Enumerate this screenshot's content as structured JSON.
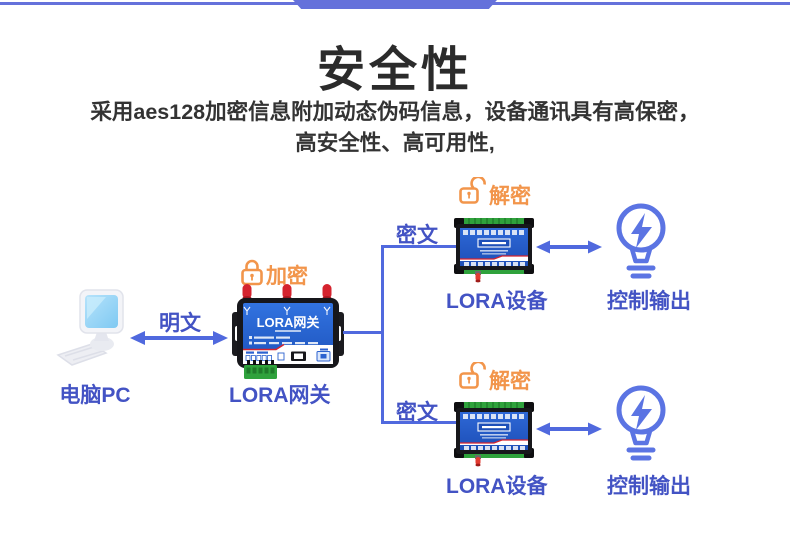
{
  "header": {
    "title": "安全性",
    "subtitle_line1": "采用aes128加密信息附加动态伪码信息，设备通讯具有高保密，",
    "subtitle_line2": "高安全性、高可用性,"
  },
  "colors": {
    "header_bar_blue": "#6571DB",
    "connector_blue": "#5069DE",
    "label_blue": "#4353C4",
    "accent_orange": "#F2954B",
    "panel_blue": "#2E68D6",
    "device_black": "#17171B",
    "terminal_green": "#2FA23C",
    "antenna_red": "#D5232E",
    "bulb_blue": "#5B74E3"
  },
  "diagram": {
    "pc": {
      "label": "电脑PC"
    },
    "plaintext_label": "明文",
    "encrypt": {
      "label": "加密"
    },
    "gateway": {
      "label": "LORA网关",
      "panel_title": "LORA网关"
    },
    "branch_top": {
      "cipher_label": "密文",
      "decrypt_label": "解密",
      "device_label": "LORA设备",
      "output_label": "控制输出"
    },
    "branch_bottom": {
      "cipher_label": "密文",
      "decrypt_label": "解密",
      "device_label": "LORA设备",
      "output_label": "控制输出"
    }
  }
}
